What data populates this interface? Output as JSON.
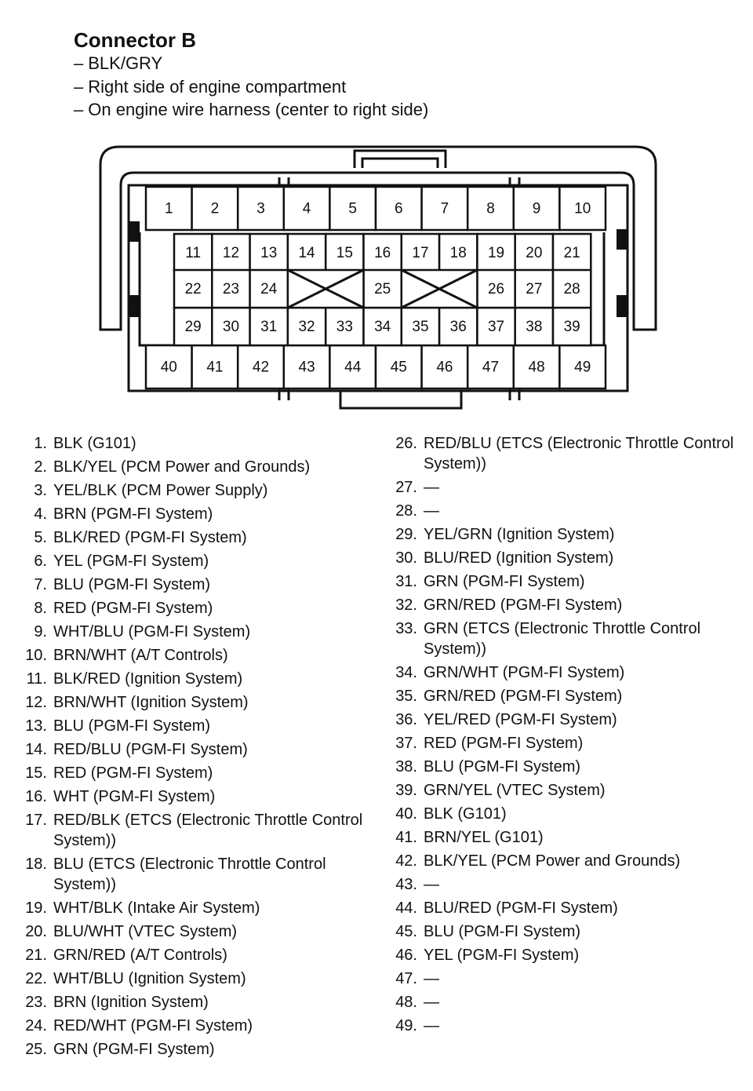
{
  "header": {
    "title": "Connector B",
    "lines": [
      {
        "dash": "–",
        "text": "BLK/GRY"
      },
      {
        "dash": "–",
        "text": "Right side of engine compartment"
      },
      {
        "dash": "–",
        "text": "On engine wire harness (center to right side)"
      }
    ]
  },
  "pins": {
    "row1": [
      "1",
      "2",
      "3",
      "4",
      "5",
      "6",
      "7",
      "8",
      "9",
      "10"
    ],
    "row2": [
      "11",
      "12",
      "13",
      "14",
      "15",
      "16",
      "17",
      "18",
      "19",
      "20",
      "21"
    ],
    "row3": [
      "22",
      "23",
      "24",
      "25",
      "26",
      "27",
      "28"
    ],
    "row4": [
      "29",
      "30",
      "31",
      "32",
      "33",
      "34",
      "35",
      "36",
      "37",
      "38",
      "39"
    ],
    "row5": [
      "40",
      "41",
      "42",
      "43",
      "44",
      "45",
      "46",
      "47",
      "48",
      "49"
    ]
  },
  "pinout_left": [
    {
      "num": "1.",
      "text": "BLK (G101)"
    },
    {
      "num": "2.",
      "text": "BLK/YEL (PCM Power and Grounds)"
    },
    {
      "num": "3.",
      "text": "YEL/BLK (PCM Power Supply)"
    },
    {
      "num": "4.",
      "text": "BRN (PGM-FI System)"
    },
    {
      "num": "5.",
      "text": "BLK/RED (PGM-FI System)"
    },
    {
      "num": "6.",
      "text": "YEL (PGM-FI System)"
    },
    {
      "num": "7.",
      "text": "BLU (PGM-FI System)"
    },
    {
      "num": "8.",
      "text": "RED (PGM-FI System)"
    },
    {
      "num": "9.",
      "text": "WHT/BLU (PGM-FI System)"
    },
    {
      "num": "10.",
      "text": "BRN/WHT (A/T Controls)"
    },
    {
      "num": "11.",
      "text": "BLK/RED (Ignition System)"
    },
    {
      "num": "12.",
      "text": "BRN/WHT (Ignition System)"
    },
    {
      "num": "13.",
      "text": "BLU (PGM-FI System)"
    },
    {
      "num": "14.",
      "text": "RED/BLU (PGM-FI System)"
    },
    {
      "num": "15.",
      "text": "RED (PGM-FI System)"
    },
    {
      "num": "16.",
      "text": "WHT (PGM-FI System)"
    },
    {
      "num": "17.",
      "text": "RED/BLK (ETCS (Electronic Throttle Control System))"
    },
    {
      "num": "18.",
      "text": "BLU (ETCS (Electronic Throttle Control System))"
    },
    {
      "num": "19.",
      "text": "WHT/BLK (Intake Air System)"
    },
    {
      "num": "20.",
      "text": "BLU/WHT (VTEC System)"
    },
    {
      "num": "21.",
      "text": "GRN/RED (A/T Controls)"
    },
    {
      "num": "22.",
      "text": "WHT/BLU (Ignition System)"
    },
    {
      "num": "23.",
      "text": "BRN (Ignition System)"
    },
    {
      "num": "24.",
      "text": "RED/WHT (PGM-FI System)"
    },
    {
      "num": "25.",
      "text": "GRN (PGM-FI System)"
    }
  ],
  "pinout_right": [
    {
      "num": "26.",
      "text": "RED/BLU (ETCS (Electronic Throttle Control System))"
    },
    {
      "num": "27.",
      "text": "—"
    },
    {
      "num": "28.",
      "text": "—"
    },
    {
      "num": "29.",
      "text": "YEL/GRN (Ignition System)"
    },
    {
      "num": "30.",
      "text": "BLU/RED (Ignition System)"
    },
    {
      "num": "31.",
      "text": "GRN (PGM-FI System)"
    },
    {
      "num": "32.",
      "text": "GRN/RED (PGM-FI System)"
    },
    {
      "num": "33.",
      "text": "GRN (ETCS (Electronic Throttle Control System))"
    },
    {
      "num": "34.",
      "text": "GRN/WHT (PGM-FI System)"
    },
    {
      "num": "35.",
      "text": "GRN/RED (PGM-FI System)"
    },
    {
      "num": "36.",
      "text": "YEL/RED (PGM-FI System)"
    },
    {
      "num": "37.",
      "text": "RED (PGM-FI System)"
    },
    {
      "num": "38.",
      "text": "BLU (PGM-FI System)"
    },
    {
      "num": "39.",
      "text": "GRN/YEL (VTEC System)"
    },
    {
      "num": "40.",
      "text": "BLK (G101)"
    },
    {
      "num": "41.",
      "text": "BRN/YEL (G101)"
    },
    {
      "num": "42.",
      "text": "BLK/YEL (PCM Power and Grounds)"
    },
    {
      "num": "43.",
      "text": "—"
    },
    {
      "num": "44.",
      "text": "BLU/RED (PGM-FI System)"
    },
    {
      "num": "45.",
      "text": "BLU (PGM-FI System)"
    },
    {
      "num": "46.",
      "text": "YEL (PGM-FI System)"
    },
    {
      "num": "47.",
      "text": "—"
    },
    {
      "num": "48.",
      "text": "—"
    },
    {
      "num": "49.",
      "text": "—"
    }
  ]
}
